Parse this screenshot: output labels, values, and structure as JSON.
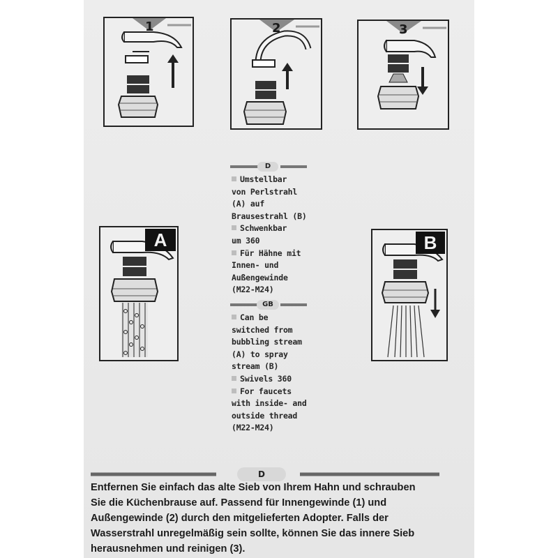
{
  "steps": [
    {
      "number": "1"
    },
    {
      "number": "2"
    },
    {
      "number": "3"
    }
  ],
  "modes": {
    "a_label": "A",
    "b_label": "B"
  },
  "section_de": {
    "pill": "D",
    "lines": [
      "Umstellbar",
      "von Perlstrahl",
      "(A) auf",
      "Brausestrahl (B)",
      "Schwenkbar",
      "um 360",
      "Für Hähne mit",
      "Innen- und",
      "Außengewinde",
      "(M22-M24)"
    ],
    "bullet_rows": [
      0,
      4,
      6
    ]
  },
  "section_gb": {
    "pill": "GB",
    "lines": [
      "Can be",
      "switched from",
      "bubbling stream",
      "(A) to spray",
      "stream (B)",
      "Swivels 360",
      "For faucets",
      "with inside- and",
      "outside thread",
      "(M22-M24)"
    ],
    "bullet_rows": [
      0,
      5,
      6
    ]
  },
  "bottom": {
    "pill": "D",
    "lines": [
      "Entfernen Sie einfach das alte Sieb von Ihrem Hahn und schrauben",
      "Sie die Küchenbrause auf. Passend für Innengewinde (1)  und",
      "Außengewinde (2) durch den mitgelieferten Adopter. Falls der",
      "Wasserstrahl unregelmäßig sein sollte, können Sie das innere Sieb",
      "herausnehmen und reinigen (3)."
    ]
  },
  "colors": {
    "ink": "#1c1c1c",
    "paper": "#ececec",
    "bullet": "#bdbdbd"
  }
}
